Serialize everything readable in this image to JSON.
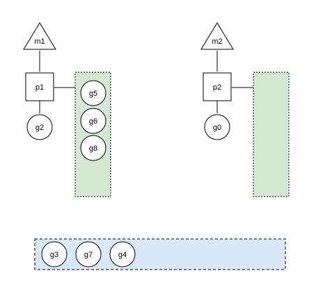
{
  "colors": {
    "stroke": "#000000",
    "node_fill": "#ffffff",
    "local_queue_fill": "#d5e8d4",
    "global_queue_fill": "#dae8fc"
  },
  "machines": [
    {
      "label": "m1"
    },
    {
      "label": "m2"
    }
  ],
  "processors": [
    {
      "label": "p1",
      "running": "g2",
      "local_queue": [
        "g5",
        "g6",
        "g8"
      ]
    },
    {
      "label": "p2",
      "running": "g0",
      "local_queue": []
    }
  ],
  "global_queue": [
    "g3",
    "g7",
    "g4"
  ]
}
